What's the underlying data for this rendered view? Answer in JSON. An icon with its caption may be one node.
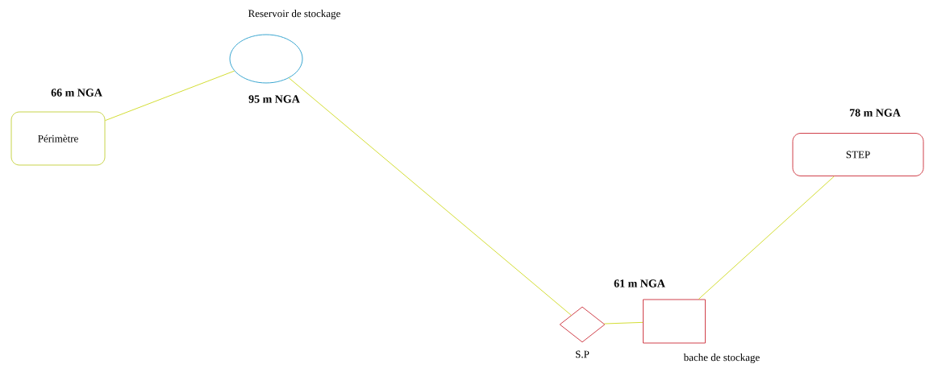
{
  "diagram": {
    "nodes": [
      {
        "text": [
          "Périmètre"
        ],
        "beside": [
          "66 m NGA"
        ]
      },
      {
        "text": [
          "Reservoir de stockage"
        ],
        "beside": [
          "95 m NGA"
        ]
      },
      {
        "text": [
          "S.P"
        ]
      },
      {
        "text": [
          "bache de stockage"
        ],
        "beside": [
          "61 m NGA"
        ]
      },
      {
        "text": [
          "STEP"
        ],
        "beside": [
          "78 m NGA"
        ]
      }
    ],
    "edges": [
      {
        "from": 0,
        "to": 1,
        "arrow": "none"
      },
      {
        "from": 1,
        "to": 2,
        "arrow": "none"
      },
      {
        "from": 2,
        "to": 3,
        "arrow": "none"
      },
      {
        "from": 3,
        "to": 4,
        "arrow": "none"
      }
    ]
  }
}
